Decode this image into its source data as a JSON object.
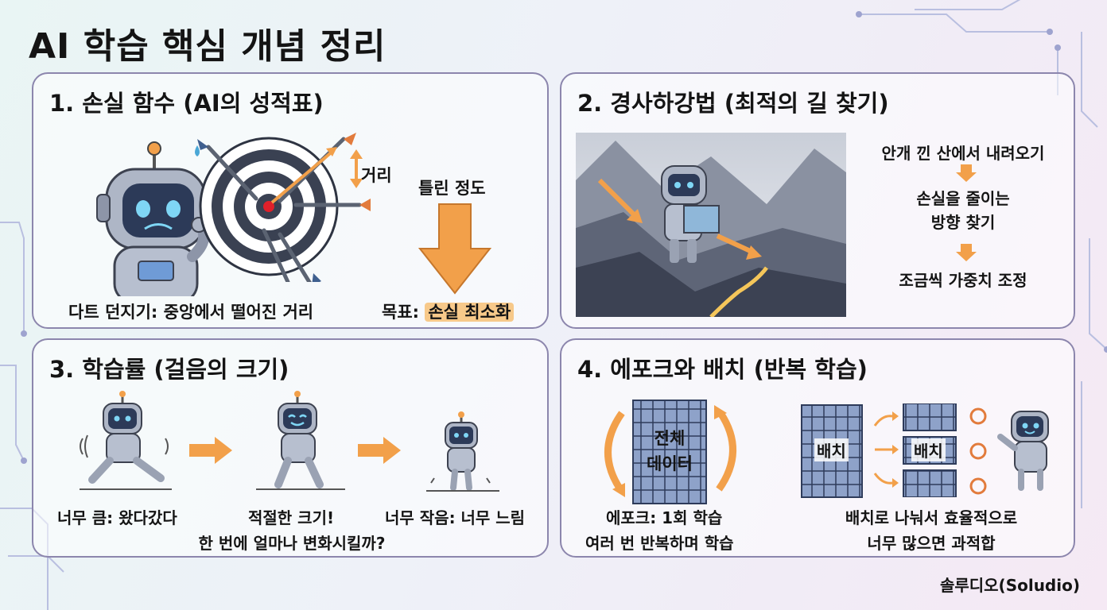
{
  "title": "AI 학습 핵심 개념 정리",
  "panel1": {
    "heading": "1. 손실 함수 (AI의 성적표)",
    "distance_label": "거리",
    "wrong_degree_label": "틀린 정도",
    "caption": "다트 던지기: 중앙에서 떨어진 거리",
    "goal_prefix": "목표:",
    "goal_highlight": "손실 최소화"
  },
  "panel2": {
    "heading": "2. 경사하강법 (최적의 길 찾기)",
    "steps": [
      "안개 낀 산에서 내려오기",
      "손실을 줄이는\n방향 찾기",
      "조금씩 가중치 조정"
    ]
  },
  "panel3": {
    "heading": "3. 학습률 (걸음의 크기)",
    "too_big": "너무 큼: 왔다갔다",
    "just_right": "적절한 크기!",
    "too_small": "너무 작음: 너무 느림",
    "question": "한 번에 얼마나 변화시킬까?"
  },
  "panel4": {
    "heading": "4. 에포크와 배치 (반복 학습)",
    "full_data": "전체\n데이터",
    "batch_label_1": "배치",
    "batch_label_2": "배치",
    "epoch_line1": "에포크: 1회 학습",
    "epoch_line2": "여러 번 반복하며 학습",
    "batch_line1": "배치로 나눠서 효율적으로",
    "batch_line2": "너무 많으면 과적합"
  },
  "credit": "솔루디오(Soludio)",
  "colors": {
    "accent_orange": "#f2a04a",
    "panel_border": "#8c86ad",
    "robot_screen": "#2c3a58",
    "robot_eye": "#7fd6f5"
  }
}
